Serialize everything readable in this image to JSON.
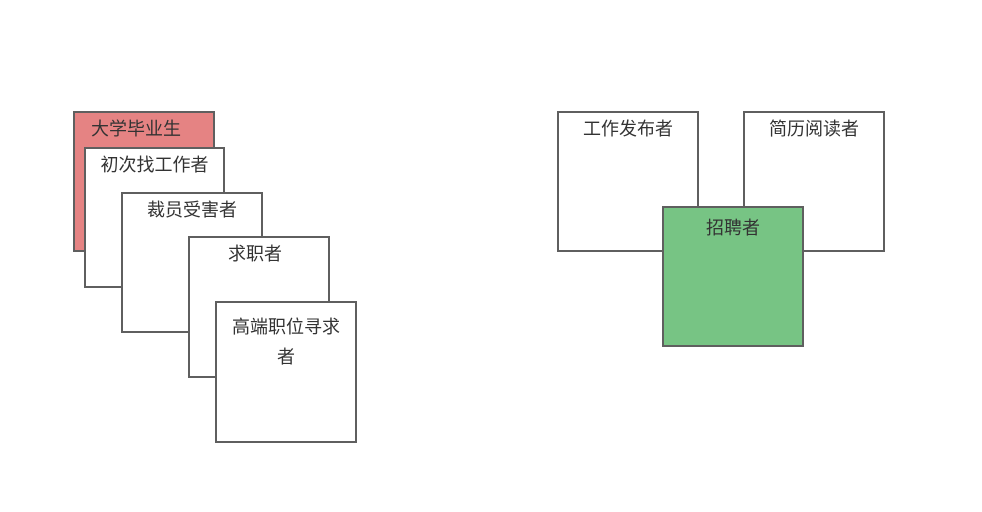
{
  "seekers": [
    {
      "label": "大学毕业生",
      "fill": "#e58383"
    },
    {
      "label": "初次找工作者"
    },
    {
      "label": "裁员受害者"
    },
    {
      "label": "求职者"
    },
    {
      "label": "高端职位寻求者"
    }
  ],
  "recruiters": [
    {
      "label": "工作发布者"
    },
    {
      "label": "简历阅读者"
    },
    {
      "label": "招聘者",
      "fill": "#77c484"
    }
  ]
}
